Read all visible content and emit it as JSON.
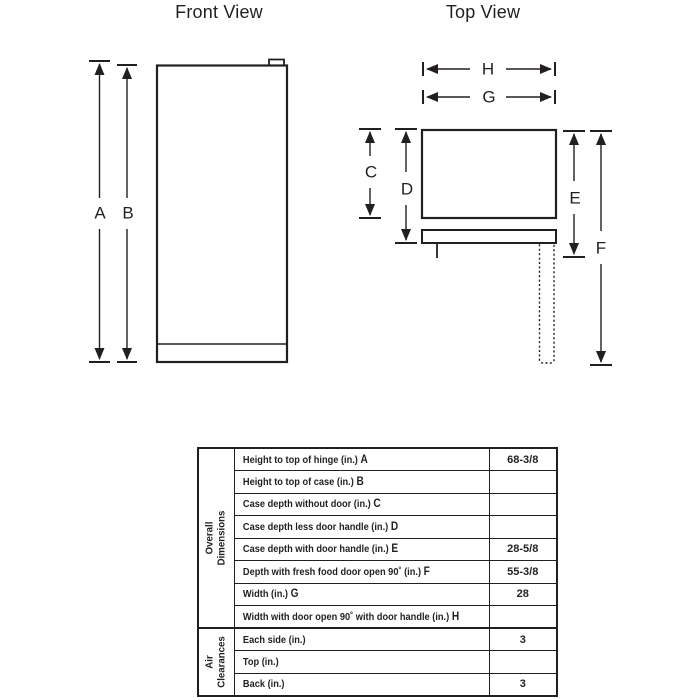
{
  "palette": {
    "ink": "#231f20",
    "background": "#ffffff"
  },
  "front_view": {
    "title": "Front View",
    "dim_labels": {
      "A": "A",
      "B": "B"
    }
  },
  "top_view": {
    "title": "Top View",
    "dim_labels": {
      "C": "C",
      "D": "D",
      "E": "E",
      "F": "F",
      "G": "G",
      "H": "H"
    }
  },
  "table": {
    "section_headers": [
      "Overall\nDimensions",
      "Air\nClearances"
    ],
    "rows": [
      {
        "label": "Height to top of hinge (in.)",
        "key": "A",
        "value": "68-3/8"
      },
      {
        "label": "Height to top of case (in.)",
        "key": "B",
        "value": ""
      },
      {
        "label": "Case depth without door (in.)",
        "key": "C",
        "value": ""
      },
      {
        "label": "Case depth less door handle (in.)",
        "key": "D",
        "value": ""
      },
      {
        "label": "Case depth with door handle (in.)",
        "key": "E",
        "value": "28-5/8"
      },
      {
        "label": "Depth with fresh food door open 90˚ (in.)",
        "key": "F",
        "value": "55-3/8"
      },
      {
        "label": "Width (in.)",
        "key": "G",
        "value": "28"
      },
      {
        "label": "Width with door open 90˚ with door handle (in.)",
        "key": "H",
        "value": ""
      },
      {
        "label": "Each side (in.)",
        "key": "",
        "value": "3"
      },
      {
        "label": "Top (in.)",
        "key": "",
        "value": ""
      },
      {
        "label": "Back (in.)",
        "key": "",
        "value": "3"
      }
    ]
  }
}
